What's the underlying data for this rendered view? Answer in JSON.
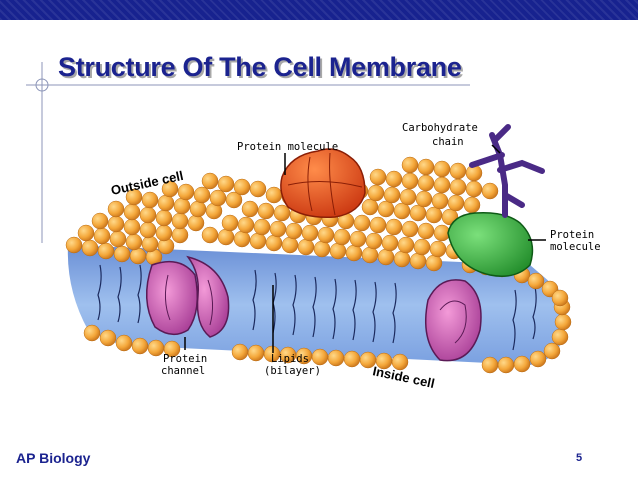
{
  "slide": {
    "title": "Structure Of The Cell Membrane",
    "footer_left": "AP Biology",
    "page_number": "5"
  },
  "diagram": {
    "labels": {
      "protein_molecule_top": "Protein molecule",
      "carbohydrate_line1": "Carbohydrate",
      "carbohydrate_line2": "chain",
      "outside_cell": "Outside cell",
      "protein_right_line1": "Protein",
      "protein_right_line2": "molecule",
      "protein_channel_line1": "Protein",
      "protein_channel_line2": "channel",
      "lipids_line1": "Lipids",
      "lipids_line2": "(bilayer)",
      "inside_cell": "Inside cell"
    }
  },
  "colors": {
    "title": "#1b238f",
    "top_bar": "#17228f",
    "lipid_head": "#f4a73a",
    "bilayer_core": "#7fa8e0",
    "protein_channel": "#c04aa8",
    "protein_top": "#e85a1a",
    "protein_right": "#3bb33b",
    "carbohydrate": "#4a2a86"
  }
}
